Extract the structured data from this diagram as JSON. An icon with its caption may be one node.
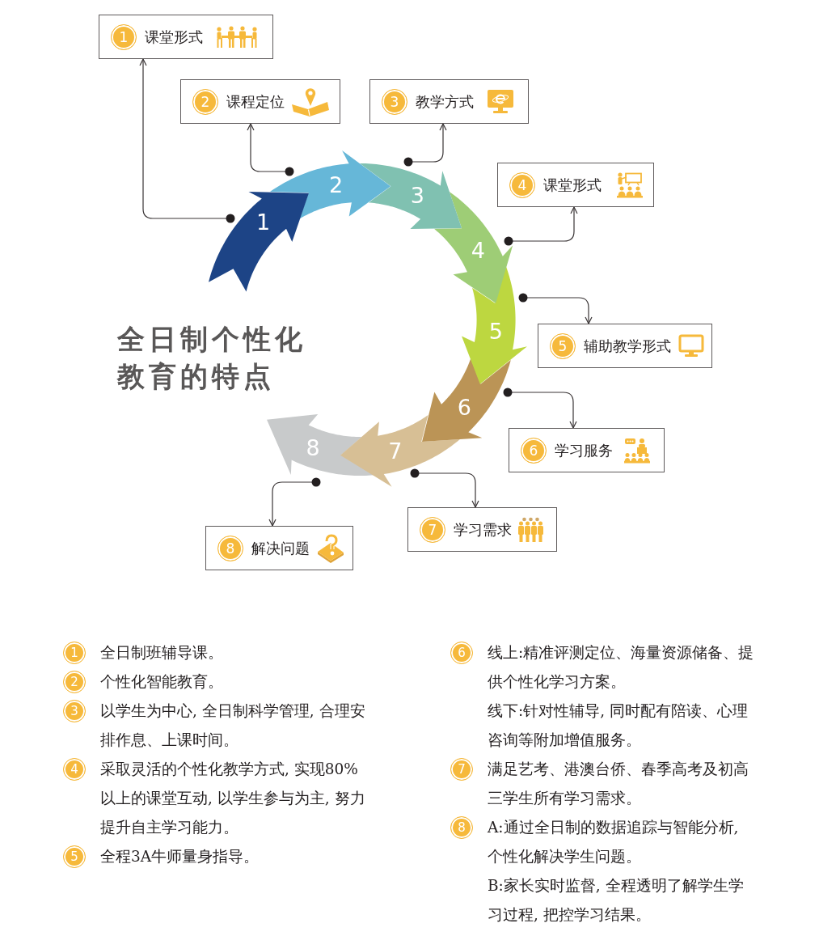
{
  "diagram": {
    "title": "全日制个性化教育的特点",
    "nodes": [
      {
        "text": [
          "课堂形式"
        ]
      },
      {
        "text": [
          "1"
        ],
        "in": 0
      },
      {
        "text": [
          "课程定位"
        ]
      },
      {
        "text": [
          "2"
        ],
        "in": 2
      },
      {
        "text": [
          "教学方式"
        ]
      },
      {
        "text": [
          "3"
        ],
        "in": 4
      },
      {
        "text": [
          "课堂形式"
        ]
      },
      {
        "text": [
          "4"
        ],
        "in": 6
      },
      {
        "text": [
          "辅助教学形式"
        ]
      },
      {
        "text": [
          "5"
        ],
        "in": 8
      },
      {
        "text": [
          "学习服务"
        ]
      },
      {
        "text": [
          "6"
        ],
        "in": 10
      },
      {
        "text": [
          "学习需求"
        ]
      },
      {
        "text": [
          "7"
        ],
        "in": 12
      },
      {
        "text": [
          "解决问题"
        ]
      },
      {
        "text": [
          "8"
        ],
        "in": 14
      },
      {
        "text": [
          "1"
        ]
      },
      {
        "text": [
          "2"
        ]
      },
      {
        "text": [
          "3"
        ]
      },
      {
        "text": [
          "4"
        ]
      },
      {
        "text": [
          "5"
        ]
      },
      {
        "text": [
          "6"
        ]
      },
      {
        "text": [
          "7"
        ]
      },
      {
        "text": [
          "8"
        ]
      },
      {
        "text": [
          "1"
        ],
        "beside": [
          "全日制班辅导课。"
        ]
      },
      {
        "text": [
          "2"
        ],
        "beside": [
          "个性化智能教育。"
        ]
      },
      {
        "text": [
          "3"
        ],
        "beside": [
          "以学生为中心, 全日制科学管理, 合理安排作息、上课时间。"
        ]
      },
      {
        "text": [
          "4"
        ],
        "beside": [
          "采取灵活的个性化教学方式, 实现80%以上的课堂互动, 以学生参与为主, 努力提升自主学习能力。"
        ]
      },
      {
        "text": [
          "5"
        ],
        "beside": [
          "全程3A牛师量身指导。"
        ]
      },
      {
        "text": [
          "6"
        ],
        "beside": [
          "线上:精准评测定位、海量资源储备、提供个性化学习方案。",
          "线下:针对性辅导, 同时配有陪读、心理咨询等附加增值服务。"
        ]
      },
      {
        "text": [
          "7"
        ],
        "beside": [
          "满足艺考、港澳台侨、春季高考及初高三学生所有学习需求。"
        ]
      },
      {
        "text": [
          "8"
        ],
        "beside": [
          "A:通过全日制的数据追踪与智能分析, 个性化解决学生问题。",
          "B:家长实时监督, 全程透明了解学生学习过程, 把控学习结果。"
        ]
      }
    ],
    "edges": [
      {
        "from": 16,
        "to": 0,
        "arrow": "to"
      },
      {
        "from": 17,
        "to": 2,
        "arrow": "to"
      },
      {
        "from": 18,
        "to": 4,
        "arrow": "to"
      },
      {
        "from": 19,
        "to": 6,
        "arrow": "to"
      },
      {
        "from": 20,
        "to": 8,
        "arrow": "to"
      },
      {
        "from": 21,
        "to": 10,
        "arrow": "to"
      },
      {
        "from": 22,
        "to": 12,
        "arrow": "to"
      },
      {
        "from": 23,
        "to": 14,
        "arrow": "to"
      }
    ]
  }
}
